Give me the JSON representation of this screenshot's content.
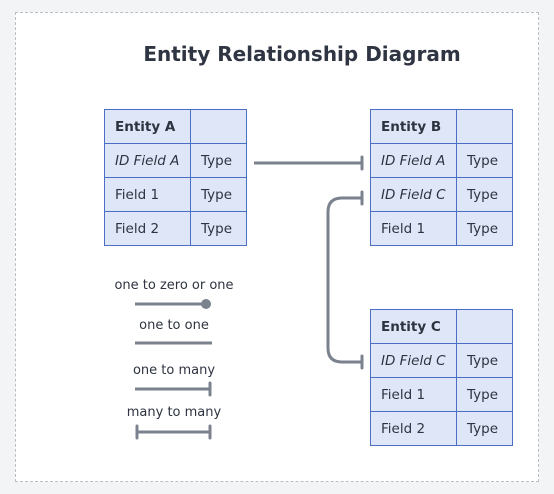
{
  "title": "Entity Relationship Diagram",
  "entities": {
    "a": {
      "name": "Entity A",
      "rows": [
        {
          "field": "ID Field A",
          "type": "Type",
          "key": true
        },
        {
          "field": "Field 1",
          "type": "Type",
          "key": false
        },
        {
          "field": "Field 2",
          "type": "Type",
          "key": false
        }
      ]
    },
    "b": {
      "name": "Entity B",
      "rows": [
        {
          "field": "ID Field A",
          "type": "Type",
          "key": true
        },
        {
          "field": "ID Field C",
          "type": "Type",
          "key": true
        },
        {
          "field": "Field 1",
          "type": "Type",
          "key": false
        }
      ]
    },
    "c": {
      "name": "Entity C",
      "rows": [
        {
          "field": "ID Field C",
          "type": "Type",
          "key": true
        },
        {
          "field": "Field 1",
          "type": "Type",
          "key": false
        },
        {
          "field": "Field 2",
          "type": "Type",
          "key": false
        }
      ]
    }
  },
  "legend": {
    "one_to_zero_or_one": "one to zero or one",
    "one_to_one": "one to one",
    "one_to_many": "one to many",
    "many_to_many": "many to many"
  },
  "colors": {
    "cell_fill": "#dfe6f7",
    "cell_border": "#4a6fc3",
    "connector": "#7b818d",
    "text": "#2d3440"
  }
}
